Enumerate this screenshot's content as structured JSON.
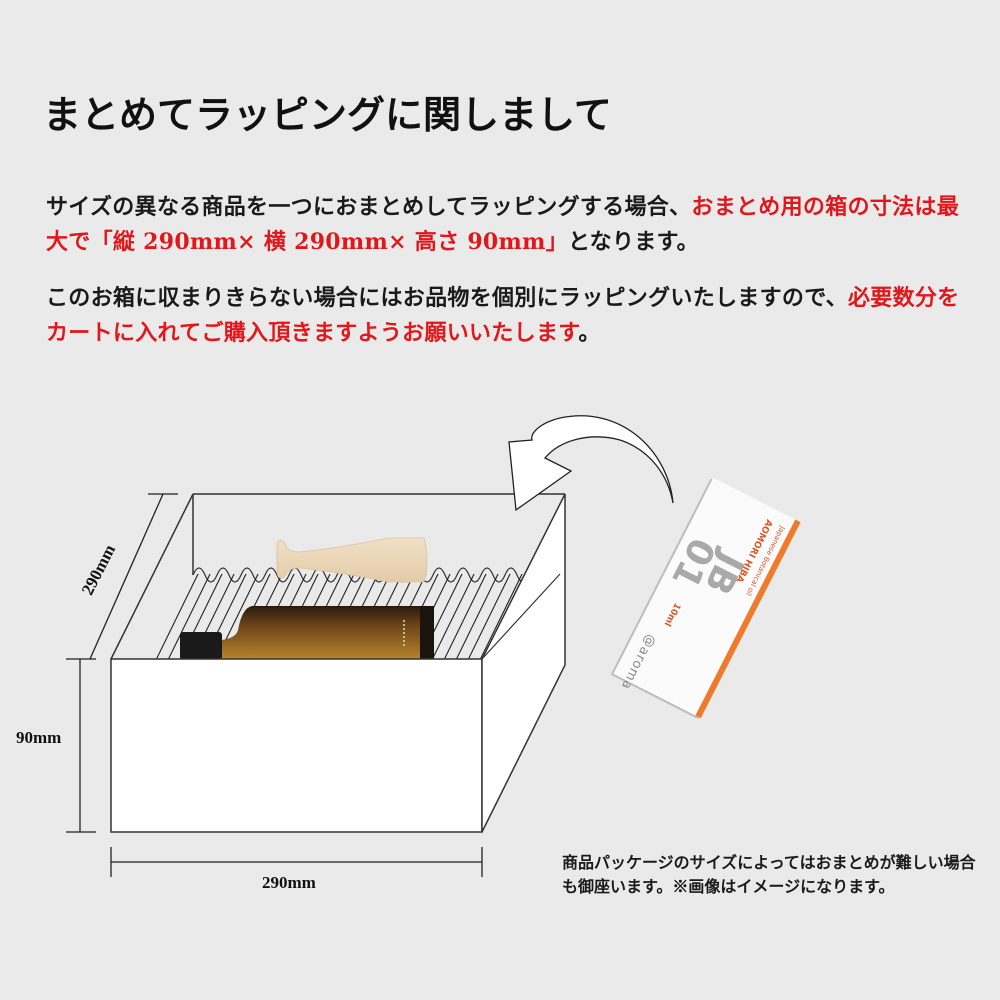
{
  "title": "まとめてラッピングに関しまして",
  "paragraph1": {
    "text_black_1": "サイズの異なる商品を一つにおまとめしてラッピングする場合、",
    "text_red": "おまとめ用の箱の寸法は最大で「縦 290mm× 横 290mm× 高さ 90mm」",
    "text_black_2": "となります。"
  },
  "paragraph2": {
    "text_black": "このお箱に収まりきらない場合にはお品物を個別にラッピングいたしますので、",
    "text_red": "必要数分をカートに入れてご購入頂きますようお願いいたします",
    "text_end": "。"
  },
  "diagram": {
    "depth_label": "290mm",
    "height_label": "90mm",
    "width_label": "290mm",
    "arrow_icon": "curved-arrow-icon",
    "items": [
      "wooden-diffuser-vase",
      "amber-oil-bottle",
      "essential-oil-box"
    ],
    "product_card": {
      "code": "JB\n01",
      "code_line1": "JB",
      "code_line2": "01",
      "name": "AOMORI HIBA",
      "category": "Japanese Botanical oil",
      "volume": "10ml",
      "brand": "@aroma",
      "accent_color": "#f07a2c"
    }
  },
  "note": "商品パッケージのサイズによってはおまとめが難しい場合も御座います。※画像はイメージになります。",
  "colors": {
    "background": "#eaeaea",
    "text": "#1a1a1a",
    "highlight": "#e0171b"
  }
}
